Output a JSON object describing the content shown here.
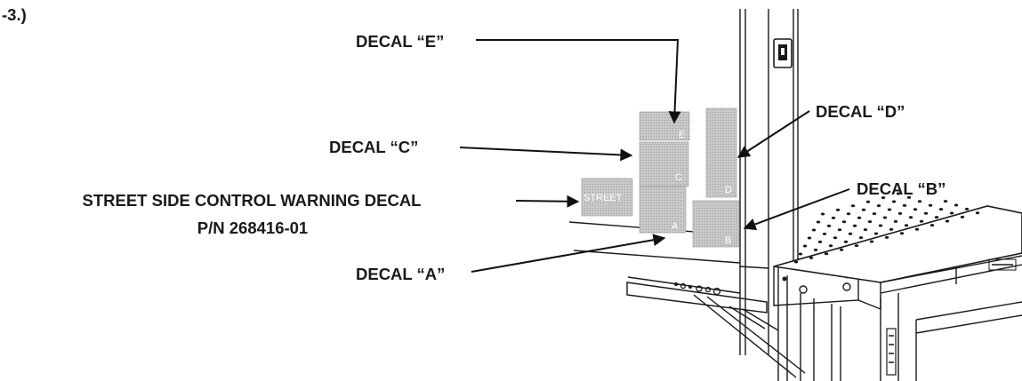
{
  "callouts": {
    "figure_ref": "-3.)",
    "decal_e": "DECAL “E”",
    "decal_d": "DECAL “D”",
    "decal_c": "DECAL “C”",
    "decal_b": "DECAL “B”",
    "decal_a": "DECAL “A”",
    "street_line1": "STREET SIDE CONTROL WARNING DECAL",
    "street_line2": "P/N 268416-01"
  },
  "decal_letters": {
    "e": "E",
    "d": "D",
    "c": "C",
    "b": "B",
    "a": "A",
    "street": "STREET"
  },
  "colors": {
    "ink": "#1a1a1a",
    "decal_fill": "#b8b8b8"
  }
}
